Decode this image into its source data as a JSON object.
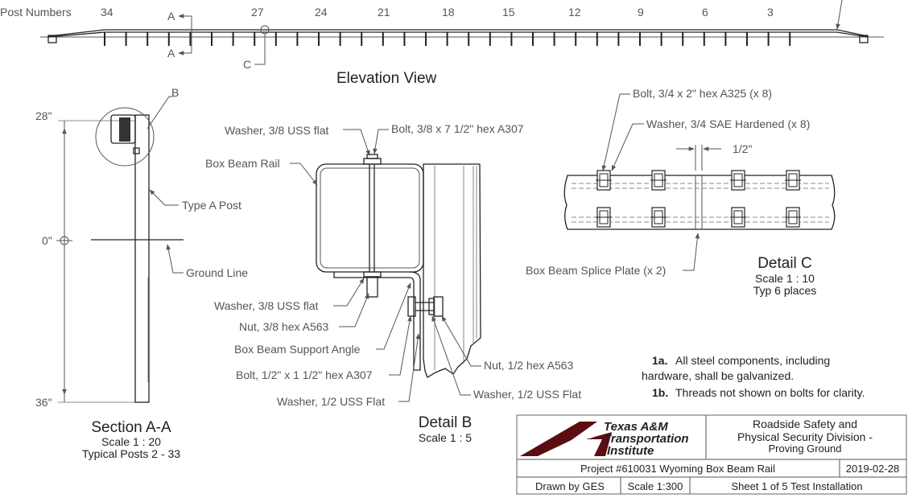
{
  "elevation": {
    "post_numbers_label": "Post Numbers",
    "posts": [
      "34",
      "27",
      "24",
      "21",
      "18",
      "15",
      "12",
      "9",
      "6",
      "3"
    ],
    "section_marker": "A",
    "detail_marker": "C",
    "title": "Elevation View"
  },
  "section": {
    "marker_b": "B",
    "dim_top": "28\"",
    "dim_mid": "0\"",
    "dim_bottom": "36\"",
    "type_a_post": "Type A Post",
    "ground_line": "Ground Line",
    "title": "Section A-A",
    "scale": "Scale 1 : 20",
    "subtitle": "Typical Posts 2 - 33"
  },
  "detail_b": {
    "washer_flat_top": "Washer, 3/8 USS flat",
    "bolt_top": "Bolt, 3/8 x 7 1/2\" hex A307",
    "box_beam_rail": "Box Beam Rail",
    "washer_flat_bottom": "Washer, 3/8 USS flat",
    "nut_38": "Nut, 3/8 hex A563",
    "support_angle": "Box Beam Support Angle",
    "bolt_12": "Bolt, 1/2\" x 1 1/2\" hex A307",
    "washer_12_left": "Washer, 1/2 USS Flat",
    "nut_12": "Nut, 1/2 hex A563",
    "washer_12_right": "Washer, 1/2 USS Flat",
    "title": "Detail B",
    "scale": "Scale 1 : 5"
  },
  "detail_c": {
    "bolt_34": "Bolt, 3/4 x 2\" hex A325 (x 8)",
    "washer_34": "Washer, 3/4 SAE Hardened (x 8)",
    "gap": "1/2\"",
    "splice_plate": "Box Beam Splice Plate (x 2)",
    "title": "Detail C",
    "scale": "Scale 1 : 10",
    "subtitle": "Typ 6 places"
  },
  "notes": {
    "n1a_num": "1a.",
    "n1a_text1": "All steel components, including",
    "n1a_text2": "hardware, shall be galvanized.",
    "n1b_num": "1b.",
    "n1b_text": "Threads not shown on bolts for clarity."
  },
  "title_block": {
    "logo_line1": "Texas A&M",
    "logo_line2": "Transportation",
    "logo_line3": "Institute",
    "division_line1": "Roadside Safety and",
    "division_line2": "Physical Security Division -",
    "division_line3": "Proving Ground",
    "project": "Project #610031  Wyoming Box Beam Rail",
    "date": "2019-02-28",
    "drawn_by": "Drawn by GES",
    "scale": "Scale 1:300",
    "sheet": "Sheet 1 of 5  Test Installation",
    "logo_color": "#5b0d12"
  }
}
